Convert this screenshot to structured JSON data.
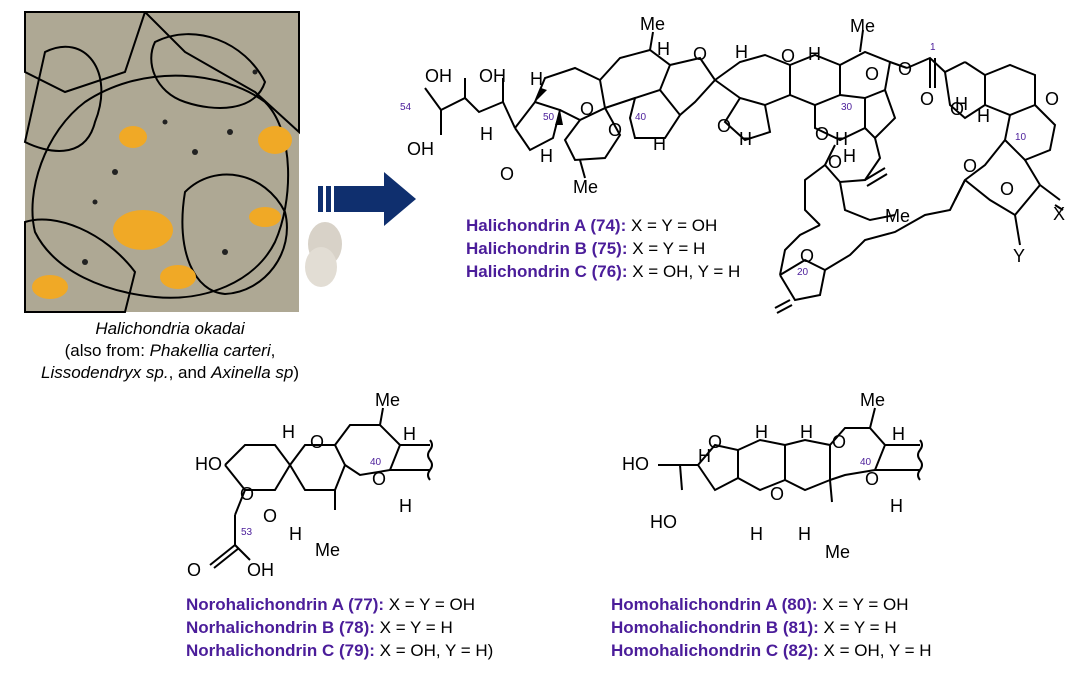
{
  "photo": {
    "caption_species": "Halichondria okadai",
    "caption_also": "(also from: ",
    "caption_species2": "Phakellia carteri",
    "caption_sep1": ",",
    "caption_species3": "Lissodendryx sp.",
    "caption_and": ", and ",
    "caption_species4": "Axinella sp",
    "caption_close": ")"
  },
  "colors": {
    "arrow": "#0f2f6e",
    "compound_name": "#4b1d9a",
    "sponge": "#4a4a4a",
    "sponge_spot": "#f0a926",
    "sand": "#b0aa98"
  },
  "main_structure": {
    "atoms": [
      "OH",
      "OH",
      "OH",
      "H",
      "O",
      "O",
      "H",
      "Me",
      "H",
      "O",
      "Me",
      "H",
      "O",
      "H",
      "O",
      "H",
      "O",
      "H",
      "H",
      "Me",
      "O",
      "H",
      "O",
      "H",
      "H",
      "O",
      "O",
      "H",
      "O",
      "O",
      "O",
      "O",
      "Me",
      "X",
      "Y",
      "O",
      "O"
    ],
    "numbers": [
      "54",
      "50",
      "40",
      "30",
      "1",
      "10",
      "20"
    ],
    "compounds": [
      {
        "name": "Halichondrin A (74):",
        "desc": " X = Y = OH"
      },
      {
        "name": "Halichondrin B (75):",
        "desc": " X = Y = H"
      },
      {
        "name": "Halichondrin C (76):",
        "desc": " X = OH, Y = H"
      }
    ]
  },
  "nor_structure": {
    "atoms": [
      "HO",
      "H",
      "O",
      "O",
      "Me",
      "H",
      "H",
      "O",
      "O",
      "H",
      "Me",
      "O",
      "OH"
    ],
    "numbers": [
      "40",
      "53"
    ],
    "compounds": [
      {
        "name": "Norohalichondrin A (77):",
        "desc": " X = Y = OH"
      },
      {
        "name": "Norhalichondrin B (78):",
        "desc": " X = Y = H"
      },
      {
        "name": "Norhalichondrin C (79):",
        "desc": " X = OH, Y = H)"
      }
    ]
  },
  "homo_structure": {
    "atoms": [
      "HO",
      "H",
      "O",
      "H",
      "H",
      "O",
      "Me",
      "H",
      "HO",
      "O",
      "H",
      "O",
      "H",
      "Me",
      "H"
    ],
    "numbers": [
      "40"
    ],
    "compounds": [
      {
        "name": "Homohalichondrin A (80):",
        "desc": " X = Y = OH"
      },
      {
        "name": "Homohalichondrin B (81):",
        "desc": " X = Y = H"
      },
      {
        "name": "Homohalichondrin C (82):",
        "desc": " X = OH, Y = H"
      }
    ]
  }
}
